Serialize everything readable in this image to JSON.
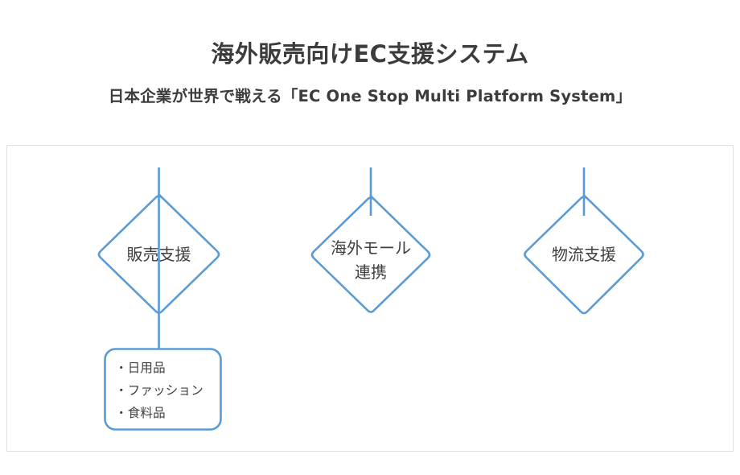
{
  "slide": {
    "title": "海外販売向けEC支援システム",
    "subtitle": "日本企業が世界で戦える「EC One Stop Multi Platform System」"
  },
  "colors": {
    "accent": "#5b9bd5",
    "text": "#404040",
    "heading": "#3c3c3c",
    "panel_border": "#dfe0e2",
    "background": "#ffffff"
  },
  "diagram": {
    "nodes": [
      {
        "id": "sales-support",
        "shape": "diamond",
        "label": "販売支援",
        "label_line2": ""
      },
      {
        "id": "overseas-mall",
        "shape": "diamond",
        "label": "海外モール",
        "label_line2": "連携"
      },
      {
        "id": "logistics",
        "shape": "diamond",
        "label": "物流支援",
        "label_line2": ""
      }
    ],
    "category_box": {
      "id": "product-categories",
      "shape": "rounded-rectangle",
      "items": [
        "・日用品",
        "・ファッション",
        "・食料品"
      ]
    },
    "connectors": [
      {
        "from": "top-edge",
        "to": "sales-support"
      },
      {
        "from": "sales-support",
        "to": "product-categories"
      },
      {
        "from": "top-edge",
        "to": "overseas-mall"
      },
      {
        "from": "top-edge",
        "to": "logistics"
      }
    ]
  }
}
